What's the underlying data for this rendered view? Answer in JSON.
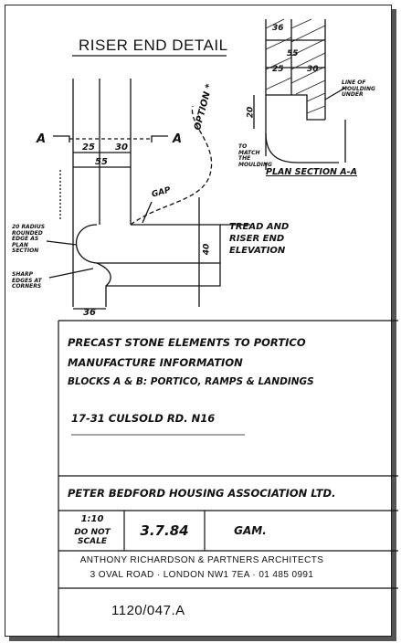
{
  "drawing": {
    "title": "RISER END DETAIL",
    "section_marker": "A",
    "dimensions": {
      "d25": "25",
      "d30": "30",
      "d55": "55",
      "d36": "36",
      "d20": "20",
      "d40": "40"
    },
    "labels": {
      "gap": "GAP",
      "option": "OPTION *",
      "tread_riser": "TREAD AND RISER END ELEVATION",
      "plan_section": "PLAN SECTION A-A",
      "radius_note": "20 RADIUS ROUNDED EDGE AS PLAN SECTION",
      "arrises_note": "SHARP EDGES AT CORNERS",
      "line_moulding": "LINE OF MOULDING UNDER",
      "section_note": "TO MATCH THE MOULDING"
    }
  },
  "title_block": {
    "description_lines": [
      "PRECAST STONE ELEMENTS TO PORTICO",
      "MANUFACTURE INFORMATION",
      "BLOCKS A & B: PORTICO, RAMPS & LANDINGS"
    ],
    "site": "17-31 CULSOLD RD. N16",
    "client": "PETER BEDFORD HOUSING ASSOCIATION LTD.",
    "scale": "1:10",
    "scale_note": "DO NOT SCALE",
    "date": "3.7.84",
    "drawn_by": "GAM.",
    "architect": "ANTHONY RICHARDSON & PARTNERS  ARCHITECTS",
    "address": "3 OVAL ROAD · LONDON NW1 7EA · 01 485 0991",
    "drawing_number": "1120/047.A"
  },
  "colors": {
    "ink": "#111111",
    "paper": "#ffffff",
    "hatch": "#222222"
  }
}
